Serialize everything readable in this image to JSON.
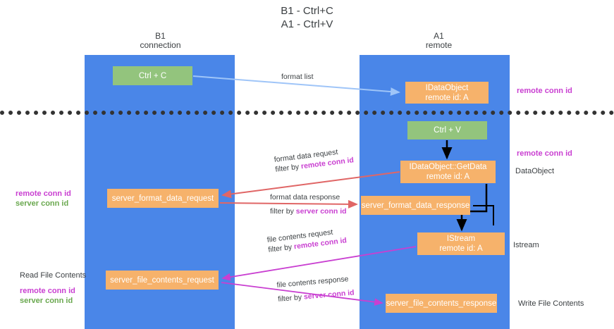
{
  "title": {
    "line1": "B1 - Ctrl+C",
    "line2": "A1 - Ctrl+V"
  },
  "columns": {
    "b1": {
      "name": "B1",
      "role": "connection"
    },
    "a1": {
      "name": "A1",
      "role": "remote"
    }
  },
  "boxes": {
    "ctrl_c": {
      "label": "Ctrl + C",
      "color": "#93c47d"
    },
    "idataobject": {
      "line1": "IDataObject",
      "line2": "remote id: A",
      "color": "#f6b26b"
    },
    "ctrl_v": {
      "label": "Ctrl + V",
      "color": "#93c47d"
    },
    "getdata": {
      "line1": "IDataObject::GetData",
      "line2": "remote id: A",
      "color": "#f6b26b"
    },
    "server_format_data_request": {
      "label": "server_format_data_request",
      "color": "#f6b26b"
    },
    "server_format_data_response": {
      "label": "server_format_data_response",
      "color": "#f6b26b"
    },
    "istream": {
      "line1": "IStream",
      "line2": "remote id: A",
      "color": "#f6b26b"
    },
    "server_file_contents_request": {
      "label": "server_file_contents_request",
      "color": "#f6b26b"
    },
    "server_file_contents_response": {
      "label": "server_file_contents_response",
      "color": "#f6b26b"
    }
  },
  "flows": {
    "format_list": {
      "label": "format list"
    },
    "format_data_request": {
      "line1": "format data request",
      "prefix": "filter by ",
      "id": "remote conn id"
    },
    "format_data_response": {
      "line1": "format data response",
      "prefix": "filter by ",
      "id": "server conn id"
    },
    "file_contents_request": {
      "line1": "file contents request",
      "prefix": "filter by ",
      "id": "remote conn id"
    },
    "file_contents_response": {
      "line1": "file contents response",
      "prefix": "filter by ",
      "id": "server conn id"
    }
  },
  "annotations": {
    "remote_conn_id_top": "remote conn id",
    "remote_conn_id_mid": "remote conn id",
    "dataobject": "DataObject",
    "istream": "Istream",
    "write_file_contents": "Write File Contents",
    "read_file_contents": "Read File Contents",
    "left_remote_conn_id_mid": "remote conn id",
    "left_server_conn_id_mid": "server conn id",
    "left_remote_conn_id_low": "remote conn id",
    "left_server_conn_id_low": "server conn id"
  },
  "colors": {
    "column": "#4a86e8",
    "green_box": "#93c47d",
    "orange_box": "#f6b26b",
    "magenta_id": "#c93fd1",
    "green_id": "#6aa84f",
    "arrow_blue": "#9fc5f8",
    "arrow_red": "#e06666",
    "arrow_magenta": "#c93fd1",
    "arrow_black": "#000000",
    "divider": "#333333"
  }
}
